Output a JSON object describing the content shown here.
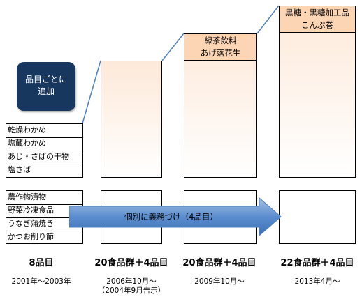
{
  "callout": {
    "line1": "品目ごとに",
    "line2": "追加"
  },
  "list_items_1": [
    "乾燥わかめ",
    "塩蔵わかめ",
    "あじ・さばの干物",
    "塩さば"
  ],
  "list_items_2": [
    "農作物漬物",
    "野菜冷凍食品",
    "うなぎ蒲焼き",
    "かつお削り節"
  ],
  "added_2009": {
    "line1": "緑茶飲料",
    "line2": "あげ落花生"
  },
  "added_2013": {
    "line1": "黒糖・黒糖加工品",
    "line2": "こんぶ巻"
  },
  "arrow_text": "個別に義務づけ（4品目）",
  "columns": [
    {
      "label": "8品目",
      "date": "2001年～2003年",
      "date2": ""
    },
    {
      "label": "20食品群＋4品目",
      "date": "2006年10月～",
      "date2": "（2004年9月告示）"
    },
    {
      "label": "20食品群＋4品目",
      "date": "2009年10月～",
      "date2": ""
    },
    {
      "label": "22食品群＋4品目",
      "date": "2013年4月～",
      "date2": ""
    }
  ],
  "colors": {
    "callout_bg": "#17375e",
    "arrow": "#4f81bd",
    "peach": "#fcd5b4"
  }
}
